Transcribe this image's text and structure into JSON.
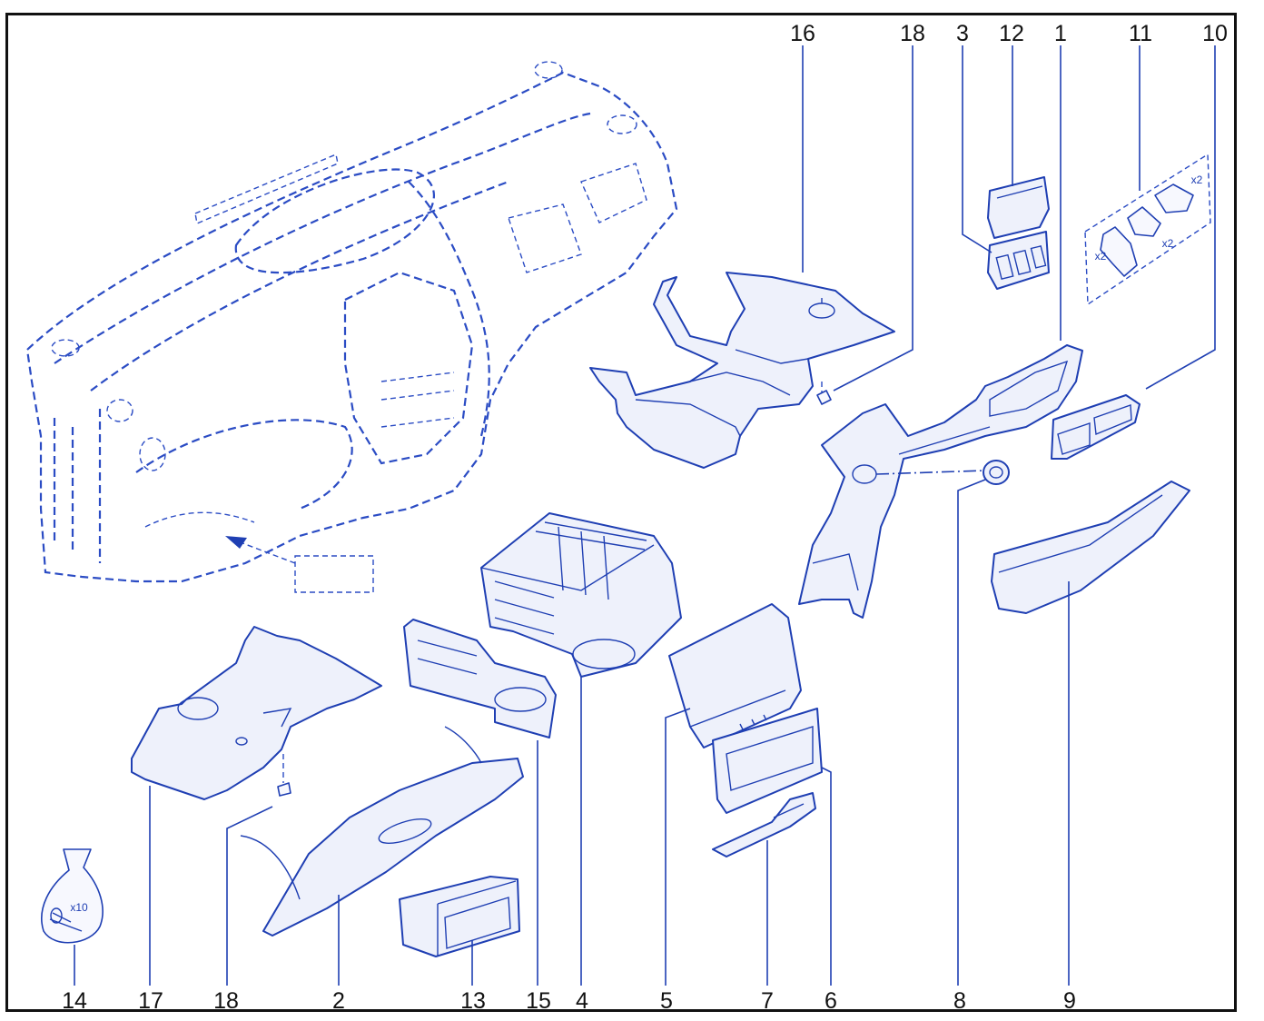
{
  "diagram": {
    "accent_color": "#1f3fb3",
    "callouts": [
      {
        "id": "16",
        "label": "16"
      },
      {
        "id": "18-top",
        "label": "18"
      },
      {
        "id": "3",
        "label": "3"
      },
      {
        "id": "12",
        "label": "12"
      },
      {
        "id": "1",
        "label": "1"
      },
      {
        "id": "11",
        "label": "11"
      },
      {
        "id": "10",
        "label": "10"
      },
      {
        "id": "14",
        "label": "14"
      },
      {
        "id": "17",
        "label": "17"
      },
      {
        "id": "18-bottom",
        "label": "18"
      },
      {
        "id": "2",
        "label": "2"
      },
      {
        "id": "13",
        "label": "13"
      },
      {
        "id": "15",
        "label": "15"
      },
      {
        "id": "4",
        "label": "4"
      },
      {
        "id": "5",
        "label": "5"
      },
      {
        "id": "7",
        "label": "7"
      },
      {
        "id": "6",
        "label": "6"
      },
      {
        "id": "8",
        "label": "8"
      },
      {
        "id": "9",
        "label": "9"
      }
    ],
    "quantities": {
      "clip_a": "x2",
      "clip_b": "x2",
      "clip_c": "x2",
      "screw_bag": "x10"
    }
  }
}
